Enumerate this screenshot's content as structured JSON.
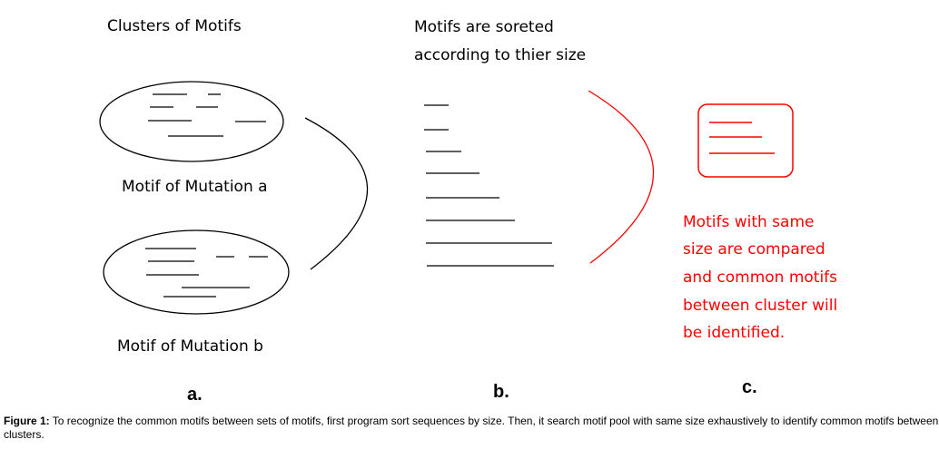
{
  "panel_a": {
    "title": "Clusters of Motifs",
    "cluster_a_label": "Motif of Mutation a",
    "cluster_b_label": "Motif of Mutation b",
    "label": "a."
  },
  "panel_b": {
    "title_line1": "Motifs are soreted",
    "title_line2": "according to thier size",
    "label": "b."
  },
  "panel_c": {
    "note_lines": [
      "Motifs with same",
      "size are compared",
      "and common motifs",
      "between cluster will",
      "be identified."
    ],
    "label": "c.",
    "accent_color": "#ff0000"
  },
  "caption": {
    "prefix": "Figure 1:",
    "text": " To recognize the common motifs between sets of motifs, first program sort sequences by size. Then, it search motif pool with same size exhaustively to identify common motifs between clusters."
  }
}
